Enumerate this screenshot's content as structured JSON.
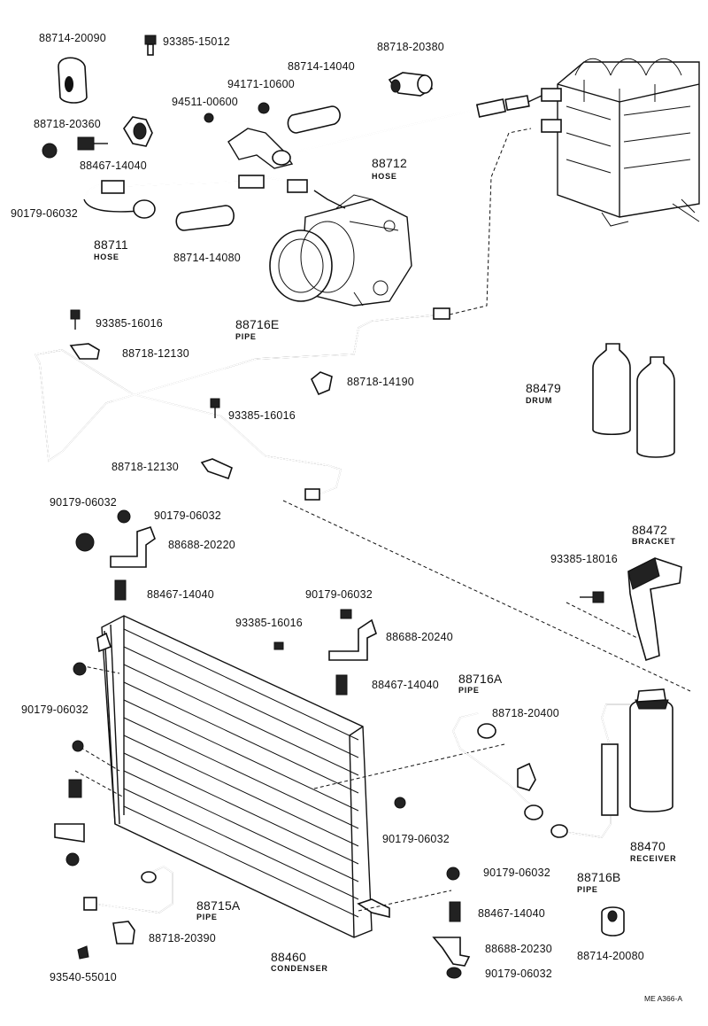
{
  "labels": {
    "p88714_20090": "88714-20090",
    "p93385_15012": "93385-15012",
    "p88718_20380": "88718-20380",
    "p88714_14040": "88714-14040",
    "p94171_10600": "94171-10600",
    "p94511_00600": "94511-00600",
    "p88718_20360": "88718-20360",
    "p88467_14040_a": "88467-14040",
    "p88712": "88712",
    "hose_a": "HOSE",
    "p90179_06032_a": "90179-06032",
    "p88711": "88711",
    "hose_b": "HOSE",
    "p88714_14080": "88714-14080",
    "p93385_16016_a": "93385-16016",
    "p88716E": "88716E",
    "pipe_e": "PIPE",
    "p88718_12130_a": "88718-12130",
    "p88718_14190": "88718-14190",
    "p93385_16016_b": "93385-16016",
    "p88479": "88479",
    "drum": "DRUM",
    "p88718_12130_b": "88718-12130",
    "p90179_06032_b": "90179-06032",
    "p90179_06032_c": "90179-06032",
    "p88688_20220": "88688-20220",
    "p88472": "88472",
    "bracket": "BRACKET",
    "p93385_18016": "93385-18016",
    "p88467_14040_b": "88467-14040",
    "p90179_06032_d": "90179-06032",
    "p93385_16016_c": "93385-16016",
    "p88688_20240": "88688-20240",
    "p88716A": "88716A",
    "pipe_a": "PIPE",
    "p88467_14040_c": "88467-14040",
    "p90179_06032_e": "90179-06032",
    "p88718_20400": "88718-20400",
    "p90179_06032_f": "90179-06032",
    "p88470": "88470",
    "receiver": "RECEIVER",
    "p88716B": "88716B",
    "pipe_b": "PIPE",
    "p90179_06032_g": "90179-06032",
    "p88715A": "88715A",
    "pipe_15a": "PIPE",
    "p88467_14040_d": "88467-14040",
    "p88718_20390": "88718-20390",
    "p88688_20230": "88688-20230",
    "p88460": "88460",
    "condenser": "CONDENSER",
    "p88714_20080": "88714-20080",
    "p93540_55010": "93540-55010",
    "p90179_06032_h": "90179-06032",
    "figure_code": "ME  A366-A"
  }
}
